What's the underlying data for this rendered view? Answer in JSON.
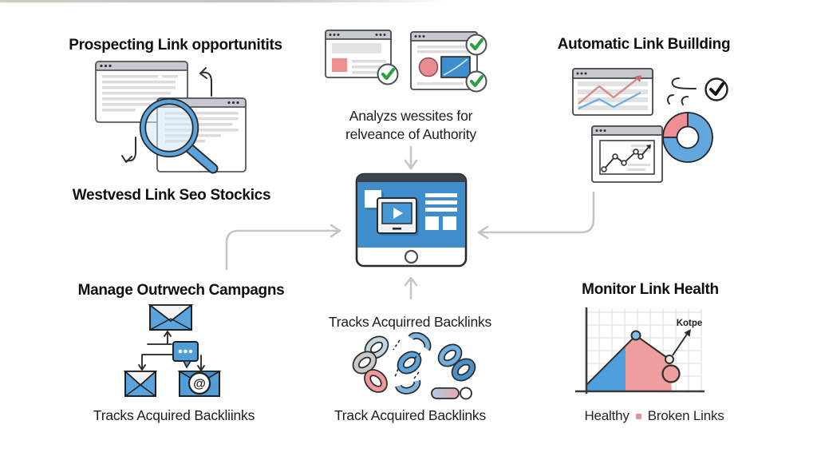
{
  "palette": {
    "blue": "#4f9ed8",
    "screen_blue": "#3f8ecb",
    "light_blue": "#7fc0e8",
    "red": "#ee9a9a",
    "donut_red": "#ef8f93",
    "green": "#2f9e41",
    "flow_arrow_gray": "#c6c6c6",
    "window_header_gray": "#c6cacf",
    "dark_outline": "#2a2a2a"
  },
  "sections": {
    "prospecting": {
      "title": "Prospecting Link opportunitits",
      "caption": "Westvesd Link Seo Stockics"
    },
    "analyze": {
      "line1": "Analyzs wessites for",
      "line2": "relveance of Authority"
    },
    "automatic": {
      "title": "Automatic Link Buillding"
    },
    "outreach": {
      "title": "Manage Outrwech Campagns",
      "caption": "Tracks Acquired Backliinks",
      "at_symbol": "@"
    },
    "backlinks": {
      "title": "Tracks Acquirred Backlinks",
      "caption": "Track Acquired Backlinks"
    },
    "monitor": {
      "title": "Monitor Link Health",
      "annotation": "Kotpe",
      "legend_left": "Healthy",
      "legend_right": "Broken Links"
    }
  }
}
